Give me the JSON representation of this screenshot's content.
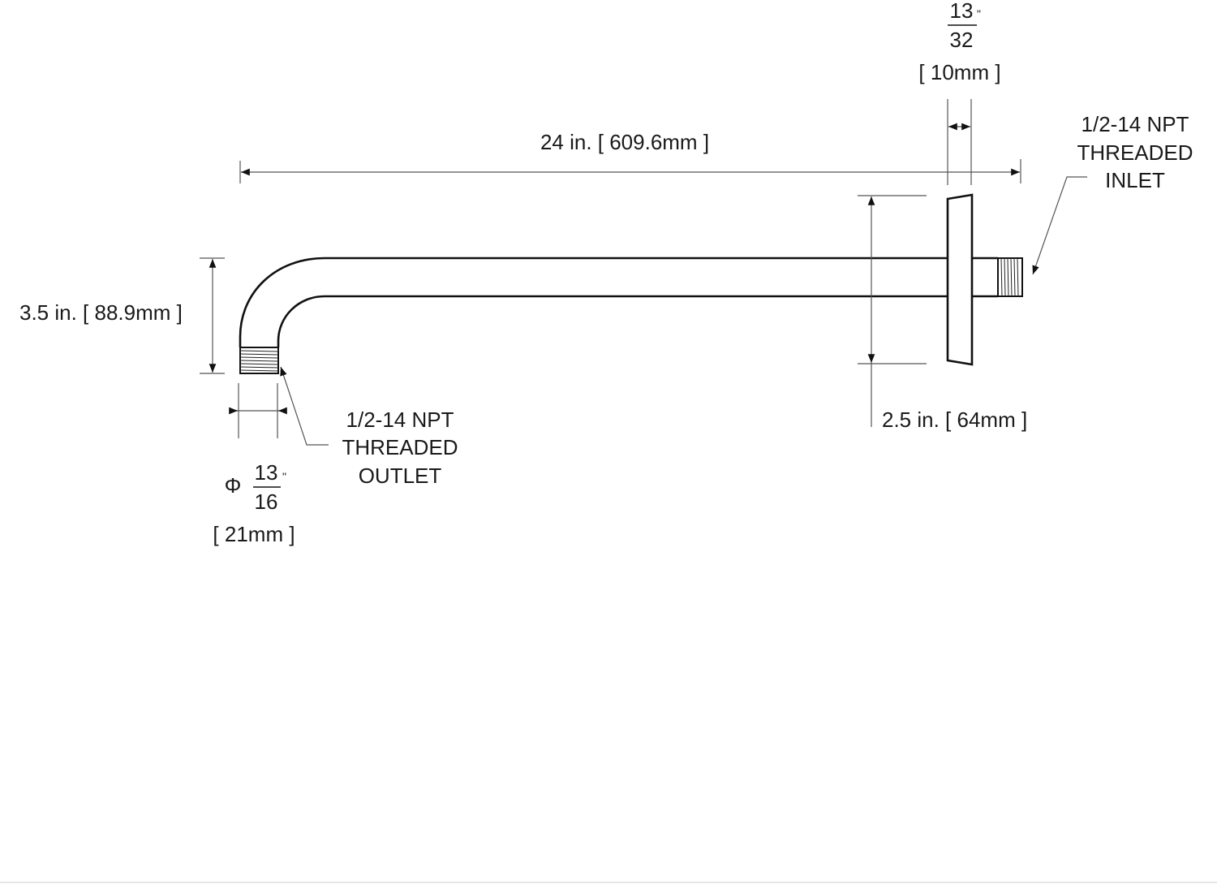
{
  "title": "Shower arm dimension drawing",
  "dimensions": {
    "length": "24 in. [ 609.6mm ]",
    "drop": "3.5 in. [ 88.9mm ]",
    "flange_diameter": "2.5 in. [ 64mm ]",
    "flange_thickness": {
      "numerator": "13",
      "denominator": "32",
      "inch_mark": "\"",
      "metric": "[ 10mm ]"
    },
    "outlet_diameter": {
      "symbol": "Φ",
      "numerator": "13",
      "denominator": "16",
      "inch_mark": "\"",
      "metric": "[ 21mm ]"
    }
  },
  "callouts": {
    "outlet": [
      "1/2-14 NPT",
      "THREADED",
      "OUTLET"
    ],
    "inlet": [
      "1/2-14 NPT",
      "THREADED",
      "INLET"
    ]
  }
}
